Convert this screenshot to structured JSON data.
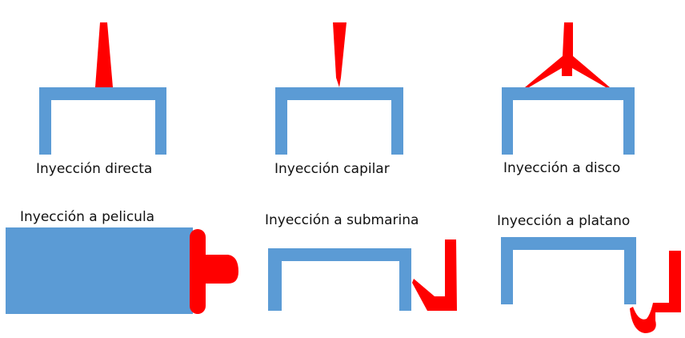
{
  "labels": {
    "directa": "Inyección directa",
    "capilar": "Inyección capilar",
    "disco": "Inyección a disco",
    "pelicula": "Inyección a pelicula",
    "submarina": "Inyección a submarina",
    "platano": "Inyección a platano"
  },
  "colors": {
    "part": "#5b9bd5",
    "gate": "#ff0000"
  }
}
